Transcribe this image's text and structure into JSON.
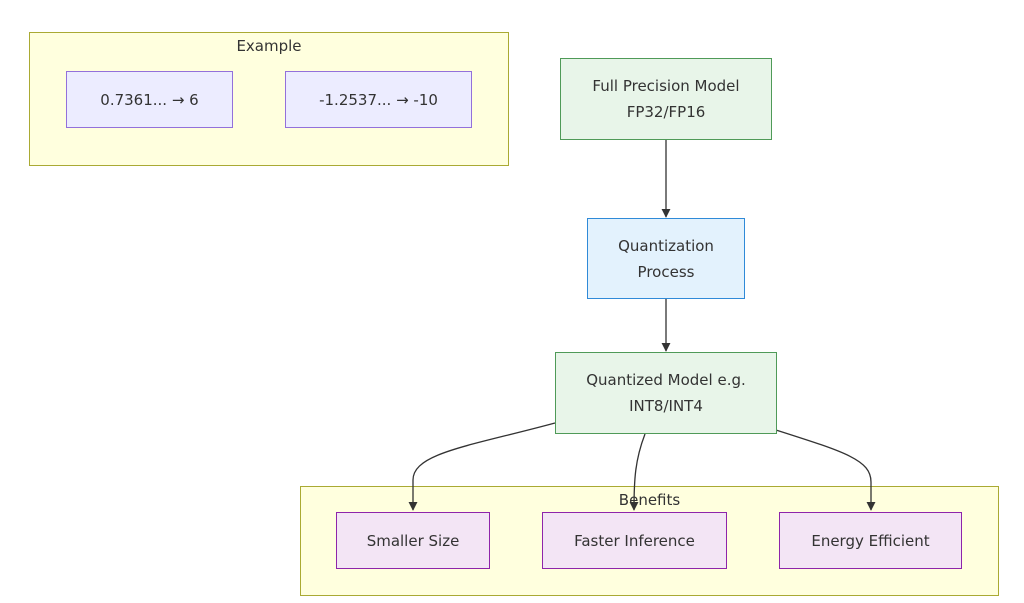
{
  "example": {
    "title": "Example",
    "items": [
      "0.7361... → 6",
      "-1.2537... → -10"
    ]
  },
  "flow": {
    "full_precision": [
      "Full Precision Model",
      "FP32/FP16"
    ],
    "quantization": [
      "Quantization",
      "Process"
    ],
    "quantized": [
      "Quantized Model e.g.",
      "INT8/INT4"
    ]
  },
  "benefits": {
    "title": "Benefits",
    "items": [
      "Smaller Size",
      "Faster Inference",
      "Energy Efficient"
    ]
  }
}
